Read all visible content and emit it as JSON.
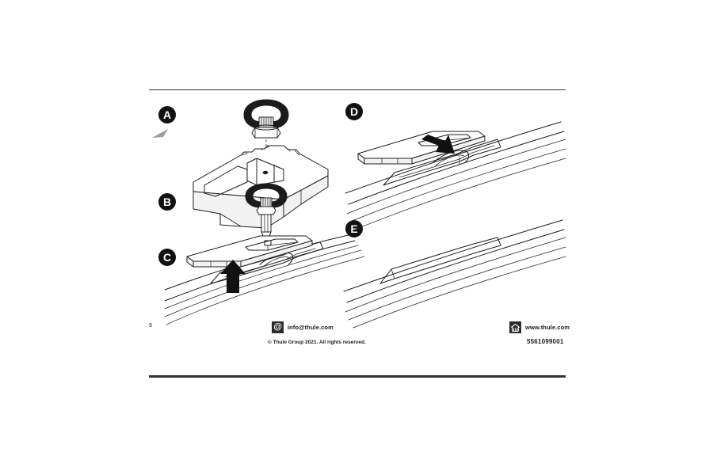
{
  "document": {
    "type": "installation-instructions",
    "page_number": "5",
    "part_number": "5561099001"
  },
  "steps": [
    {
      "id": "A",
      "label": "A",
      "description": "Knob and nut assembly above roof rack foot bracket"
    },
    {
      "id": "B",
      "label": "B",
      "description": "Knob with threaded bolt shaft lowered toward cover plate"
    },
    {
      "id": "C",
      "label": "C",
      "description": "Cover plate lifted off roof rail, upward arrow"
    },
    {
      "id": "D",
      "label": "D",
      "description": "Cover plate inserted onto roof rail, downward arrow"
    },
    {
      "id": "E",
      "label": "E",
      "description": "Cover plate seated flush on roof rail, finished"
    }
  ],
  "footer": {
    "email": {
      "icon": "at-icon",
      "text": "info@thule.com"
    },
    "web": {
      "icon": "house-icon",
      "text": "www.thule.com"
    },
    "copyright": "© Thule Group 2021. All rights reserved.",
    "part_number": "5561099001",
    "page_number": "5"
  },
  "colors": {
    "ink": "#1d1d1d",
    "badge_bg": "#111111",
    "badge_text": "#ffffff",
    "rule": "#333333",
    "background": "#ffffff",
    "tile_bg": "#2b2b2b"
  }
}
